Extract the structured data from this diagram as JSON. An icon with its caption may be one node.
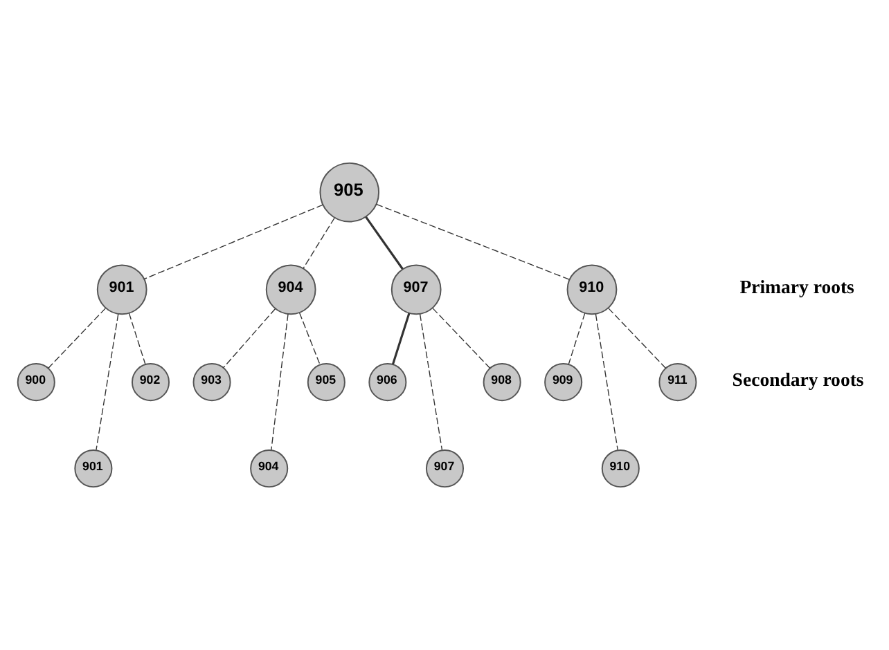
{
  "diagram": {
    "nodes": [
      {
        "text": [
          "905"
        ]
      },
      {
        "text": [
          "901"
        ]
      },
      {
        "text": [
          "904"
        ]
      },
      {
        "text": [
          "907"
        ]
      },
      {
        "text": [
          "910"
        ]
      },
      {
        "text": [
          "900"
        ]
      },
      {
        "text": [
          "901"
        ]
      },
      {
        "text": [
          "902"
        ]
      },
      {
        "text": [
          "903"
        ]
      },
      {
        "text": [
          "904"
        ]
      },
      {
        "text": [
          "905"
        ]
      },
      {
        "text": [
          "906"
        ]
      },
      {
        "text": [
          "907"
        ]
      },
      {
        "text": [
          "908"
        ]
      },
      {
        "text": [
          "909"
        ]
      },
      {
        "text": [
          "910"
        ]
      },
      {
        "text": [
          "911"
        ]
      }
    ],
    "edges": [
      {
        "from": 0,
        "to": 1,
        "arrow": "none",
        "style": "dashed"
      },
      {
        "from": 0,
        "to": 2,
        "arrow": "none",
        "style": "dashed"
      },
      {
        "from": 0,
        "to": 3,
        "arrow": "none"
      },
      {
        "from": 0,
        "to": 4,
        "arrow": "none",
        "style": "dashed"
      },
      {
        "from": 1,
        "to": 5,
        "arrow": "none",
        "style": "dashed"
      },
      {
        "from": 1,
        "to": 6,
        "arrow": "none",
        "style": "dashed"
      },
      {
        "from": 1,
        "to": 7,
        "arrow": "none",
        "style": "dashed"
      },
      {
        "from": 2,
        "to": 8,
        "arrow": "none",
        "style": "dashed"
      },
      {
        "from": 2,
        "to": 9,
        "arrow": "none",
        "style": "dashed"
      },
      {
        "from": 2,
        "to": 10,
        "arrow": "none",
        "style": "dashed"
      },
      {
        "from": 3,
        "to": 11,
        "arrow": "none"
      },
      {
        "from": 3,
        "to": 12,
        "arrow": "none",
        "style": "dashed"
      },
      {
        "from": 3,
        "to": 13,
        "arrow": "none",
        "style": "dashed"
      },
      {
        "from": 4,
        "to": 14,
        "arrow": "none",
        "style": "dashed"
      },
      {
        "from": 4,
        "to": 15,
        "arrow": "none",
        "style": "dashed"
      },
      {
        "from": 4,
        "to": 16,
        "arrow": "none",
        "style": "dashed"
      }
    ],
    "labels": [
      "Primary roots",
      "Secondary roots"
    ]
  }
}
